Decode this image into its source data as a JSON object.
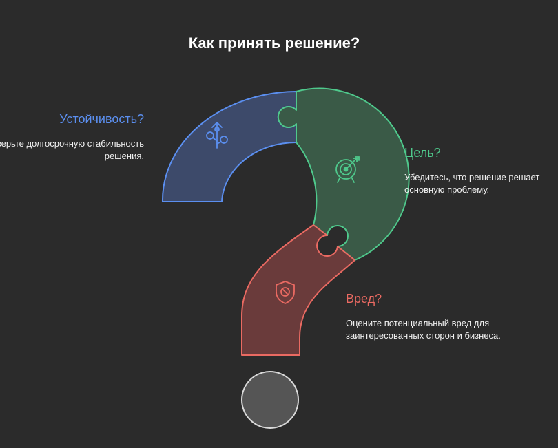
{
  "title": "Как принять решение?",
  "sections": [
    {
      "id": "stability",
      "heading": "Устойчивость?",
      "description": "Проверьте долгосрочную стабильность решения.",
      "icon": "plant-growth-icon",
      "color": "#5b8ff0"
    },
    {
      "id": "goal",
      "heading": "Цель?",
      "description": "Убедитесь, что решение решает основную проблему.",
      "icon": "target-arrow-icon",
      "color": "#4fc98c"
    },
    {
      "id": "harm",
      "heading": "Вред?",
      "description": "Оцените потенциальный вред для заинтересованных сторон и бизнеса.",
      "icon": "shield-warning-icon",
      "color": "#ea6a62"
    }
  ]
}
